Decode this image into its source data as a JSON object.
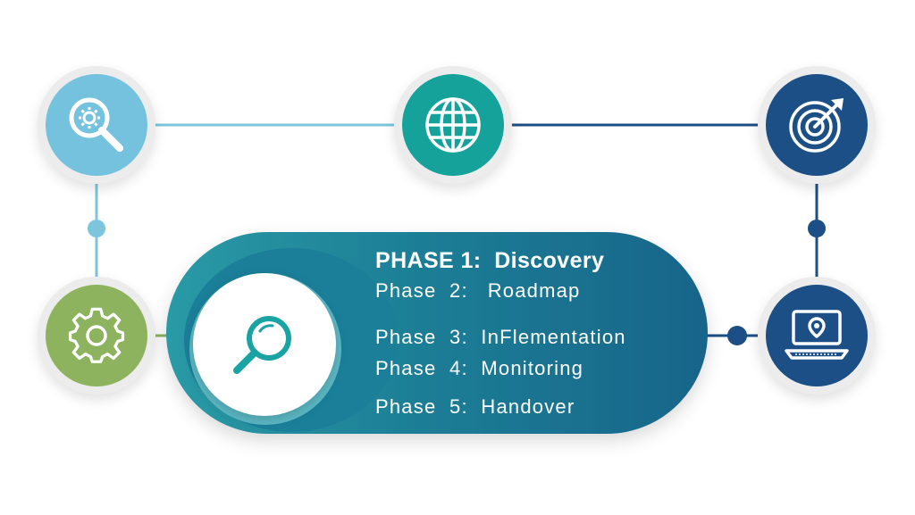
{
  "phases": [
    {
      "label": "PHASE 1:  Discovery",
      "active": true
    },
    {
      "label": "Phase  2:   Roadmap",
      "active": false
    },
    {
      "label": "Phase  3:  InFlementation",
      "active": false
    },
    {
      "label": "Phase  4:  Monitoring",
      "active": false
    },
    {
      "label": "Phase  5:  Handover",
      "active": false
    }
  ],
  "nodes": [
    {
      "name": "discovery-node",
      "icon": "magnifier-gear-icon",
      "color": "#74c2dd"
    },
    {
      "name": "global-node",
      "icon": "globe-icon",
      "color": "#15a29a"
    },
    {
      "name": "target-node",
      "icon": "target-icon",
      "color": "#1b4f85"
    },
    {
      "name": "settings-node",
      "icon": "gear-icon",
      "color": "#8db35e"
    },
    {
      "name": "monitor-node",
      "icon": "laptop-icon",
      "color": "#1b4f85"
    }
  ],
  "colors": {
    "line_light": "#7cc6dd",
    "line_dark": "#1b4f85",
    "line_green": "#8db35e",
    "pill_start": "#2a9aa6",
    "pill_end": "#17658a",
    "lens_icon": "#19a3a3"
  }
}
